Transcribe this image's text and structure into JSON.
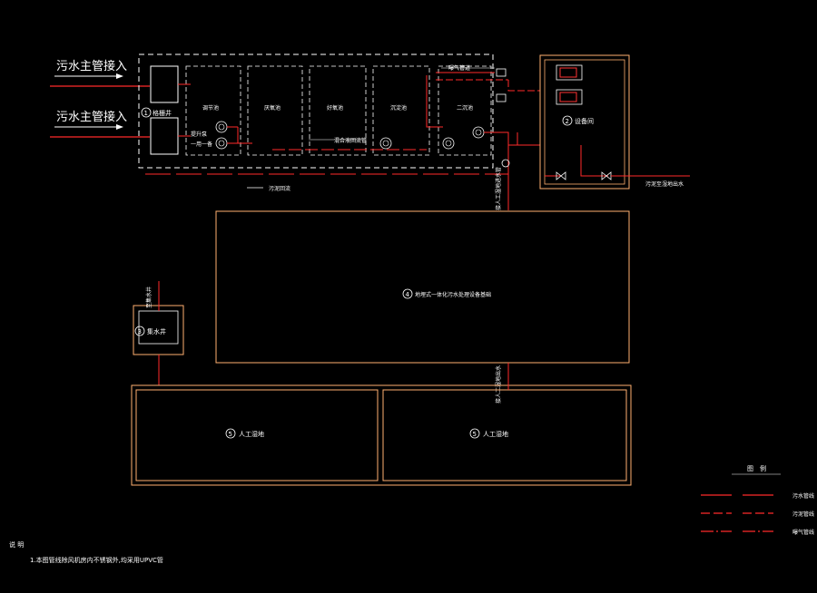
{
  "inlets": [
    "污水主管接入",
    "污水主管接入"
  ],
  "tanks": {
    "grille": "格栅井",
    "regulating": "调节池",
    "anoxic": "厌氧池",
    "aerobic": "好氧池",
    "clarifier": "沉淀池",
    "secondary": "二沉池"
  },
  "numbers": [
    "1",
    "2",
    "3",
    "4",
    "5",
    "5"
  ],
  "labels": {
    "lift_pump": "提升泵",
    "one_use_one_standby": "一用一备",
    "aeration_pipe": "曝气管道",
    "sludge_return": "混合液回流管",
    "sludge_line": "污泥回流",
    "equipment_room": "设备间",
    "clean_water_out": "污泥至湿地出水",
    "bio_filter": "地埋式一体化污水处理设备基础",
    "pump_well": "集水井",
    "to_pump_well": "至集水井",
    "vertical_pipe_1": "接人工湿地进水管",
    "vertical_pipe_2": "接人工湿地出水",
    "wetland": "人工湿地"
  },
  "legend": {
    "title": "图　例",
    "items": [
      "污水管线",
      "污泥管线",
      "曝气管线"
    ]
  },
  "notes": {
    "title": "说  明",
    "line1": "1.本图管线除风机房内不锈钢外,均采用UPVC管"
  },
  "colors": {
    "line": "#ff2a2a",
    "box": "#ffb070",
    "dash": "#ffffff",
    "accent": "#ff3333"
  }
}
